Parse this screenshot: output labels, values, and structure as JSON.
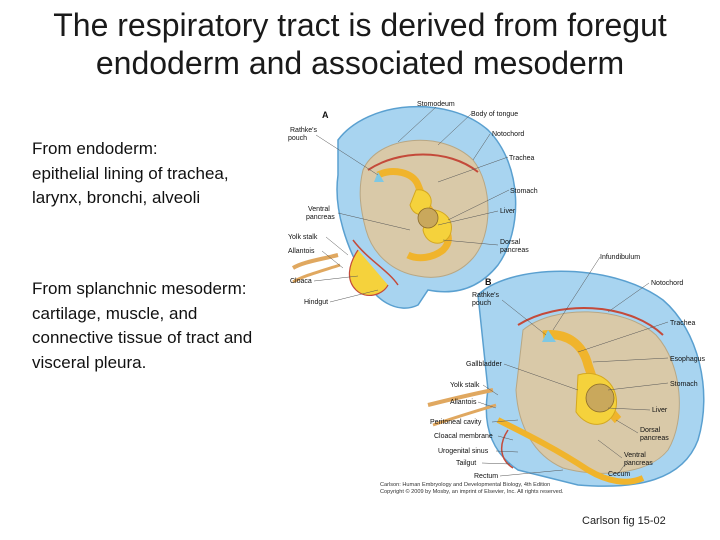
{
  "slide": {
    "title_line1": "The respiratory tract is derived from foregut",
    "title_line2": "endoderm and associated mesoderm",
    "endoderm_heading": "From endoderm:",
    "endoderm_text": "epithelial lining of trachea, larynx, bronchi, alveoli",
    "mesoderm_heading": "From splanchnic mesoderm:",
    "mesoderm_text": "cartilage, muscle, and connective tissue of tract and visceral pleura.",
    "citation": "Carlson fig 15-02"
  },
  "figure": {
    "panel_a": "A",
    "panel_b": "B",
    "labels_a": {
      "stomodeum": "Stomodeum",
      "body_of_tongue": "Body of tongue",
      "rathkes_pouch_1": "Rathke's",
      "rathkes_pouch_2": "pouch",
      "notochord": "Notochord",
      "trachea": "Trachea",
      "stomach": "Stomach",
      "ventral_pancreas_1": "Ventral",
      "ventral_pancreas_2": "pancreas",
      "liver": "Liver",
      "yolk_stalk": "Yolk stalk",
      "allantois": "Allantois",
      "dorsal_pancreas_1": "Dorsal",
      "dorsal_pancreas_2": "pancreas",
      "cloaca": "Cloaca",
      "hindgut": "Hindgut"
    },
    "labels_b": {
      "infundibulum": "Infundibulum",
      "notochord": "Notochord",
      "rathkes_pouch_1": "Rathke's",
      "rathkes_pouch_2": "pouch",
      "trachea": "Trachea",
      "gallbladder": "Gallbladder",
      "esophagus": "Esophagus",
      "yolk_stalk": "Yolk stalk",
      "stomach": "Stomach",
      "allantois": "Allantois",
      "liver": "Liver",
      "peritoneal_cavity": "Peritoneal cavity",
      "cloacal_membrane": "Cloacal membrane",
      "dorsal_pancreas_1": "Dorsal",
      "dorsal_pancreas_2": "pancreas",
      "urogenital_sinus": "Urogenital sinus",
      "ventral_pancreas_1": "Ventral",
      "ventral_pancreas_2": "pancreas",
      "tailgut": "Tailgut",
      "rectum": "Rectum",
      "cecum": "Cecum"
    },
    "credit_line1": "Carlson: Human Embryology and Developmental Biology, 4th Edition",
    "credit_line2": "Copyright © 2009 by Mosby, an imprint of Elsevier, Inc. All rights reserved.",
    "colors": {
      "ectoderm_blue": "#a8d4f0",
      "mesoderm_tan": "#d9c9a8",
      "endoderm_yellow": "#f5d23c",
      "outline_red": "#c44a3a"
    }
  }
}
